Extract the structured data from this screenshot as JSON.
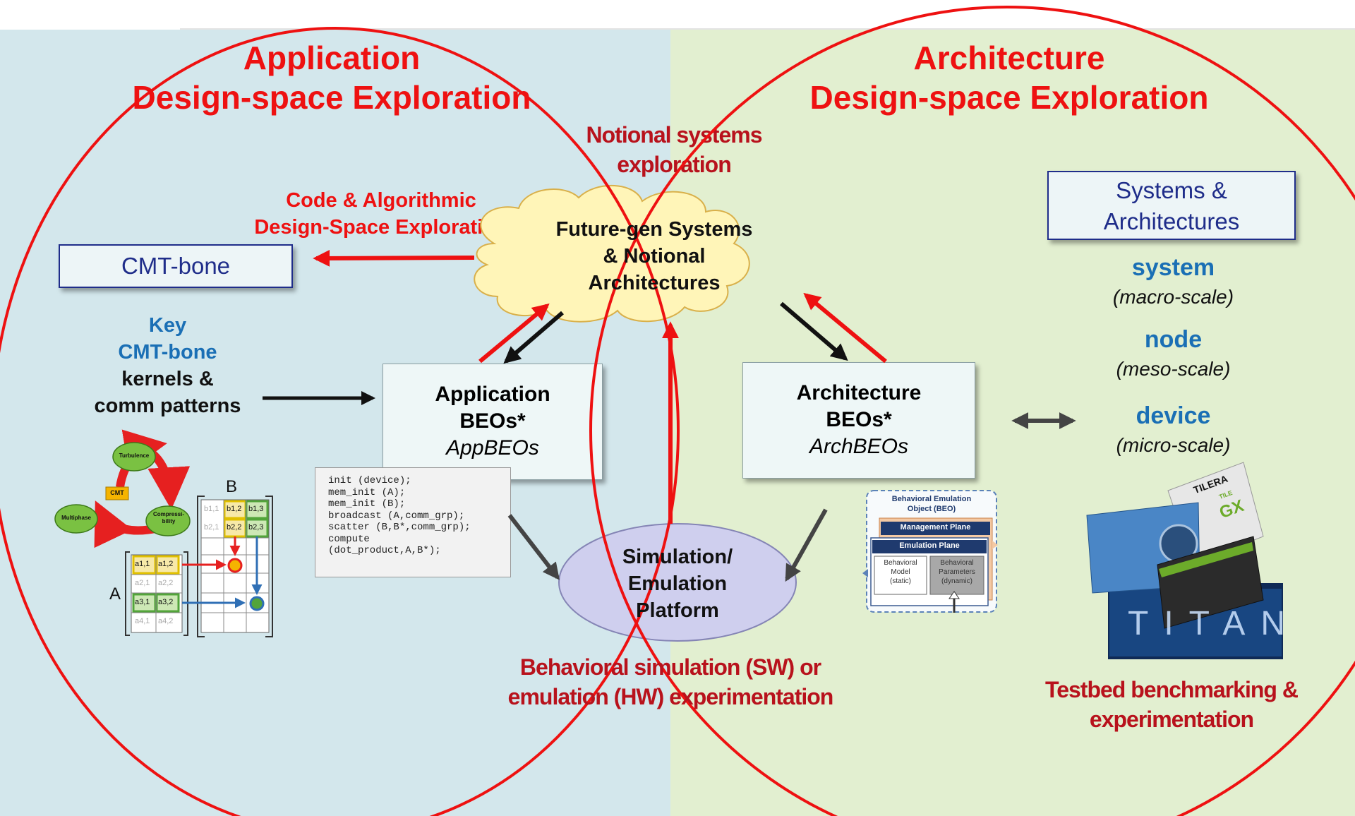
{
  "left_title": [
    "Application",
    "Design-space Exploration"
  ],
  "right_title": [
    "Architecture",
    "Design-space Exploration"
  ],
  "notional": [
    "Notional systems",
    "exploration"
  ],
  "code_exploration": [
    "Code & Algorithmic",
    "Design-Space Exploration"
  ],
  "cloud": [
    "Future-gen Systems",
    "& Notional",
    "Architectures"
  ],
  "cmt_bone_box": "CMT-bone",
  "key_text": {
    "line1": "Key",
    "line2": "CMT-bone",
    "line3": "kernels &",
    "line4": "comm patterns"
  },
  "app_beo": {
    "line1": "Application",
    "line2": "BEOs*",
    "line3": "AppBEOs"
  },
  "arch_beo": {
    "line1": "Architecture",
    "line2": "BEOs*",
    "line3": "ArchBEOs"
  },
  "code_snippet": "init (device);\nmem_init (A);\nmem_init (B);\nbroadcast (A,comm_grp);\nscatter (B,B*,comm_grp);\ncompute\n(dot_product,A,B*);",
  "platform": [
    "Simulation/",
    "Emulation",
    "Platform"
  ],
  "behavioral_label": [
    "Behavioral simulation (SW) or",
    "emulation (HW) experimentation"
  ],
  "systems_box": [
    "Systems &",
    "Architectures"
  ],
  "scales": [
    {
      "name": "system",
      "scale": "(macro-scale)"
    },
    {
      "name": "node",
      "scale": "(meso-scale)"
    },
    {
      "name": "device",
      "scale": "(micro-scale)"
    }
  ],
  "testbed_label": [
    "Testbed benchmarking &",
    "experimentation"
  ],
  "cycle": {
    "center": "CMT",
    "top": "Turbulence",
    "left": "Multiphase",
    "right": "Compressi-bility"
  },
  "matrix": {
    "label_a": "A",
    "label_b": "B",
    "a_cells": [
      "a1,1",
      "a1,2",
      "a2,1",
      "a2,2",
      "a3,1",
      "a3,2",
      "a4,1",
      "a4,2"
    ],
    "b_cells": [
      "b1,1",
      "b1,2",
      "b1,3",
      "b2,1",
      "b2,2",
      "b2,3"
    ]
  },
  "beo_diagram": {
    "title": [
      "Behavioral Emulation",
      "Object (BEO)"
    ],
    "management": "Management Plane",
    "emulation": "Emulation Plane",
    "model": [
      "Behavioral",
      "Model",
      "(static)"
    ],
    "params": [
      "Behavioral",
      "Parameters",
      "(dynamic)"
    ]
  },
  "hardware_text": {
    "tilera": "TILERA",
    "tile_gx": "GX",
    "tile": "TILE",
    "titan": "TITAN"
  },
  "colors": {
    "accent_red": "#ee1111",
    "dark_red": "#b8121c",
    "blue": "#1a6fb5",
    "navy": "#1f2d8a",
    "cloud": "#fff5b8",
    "ellipse": "#cfcfee"
  }
}
